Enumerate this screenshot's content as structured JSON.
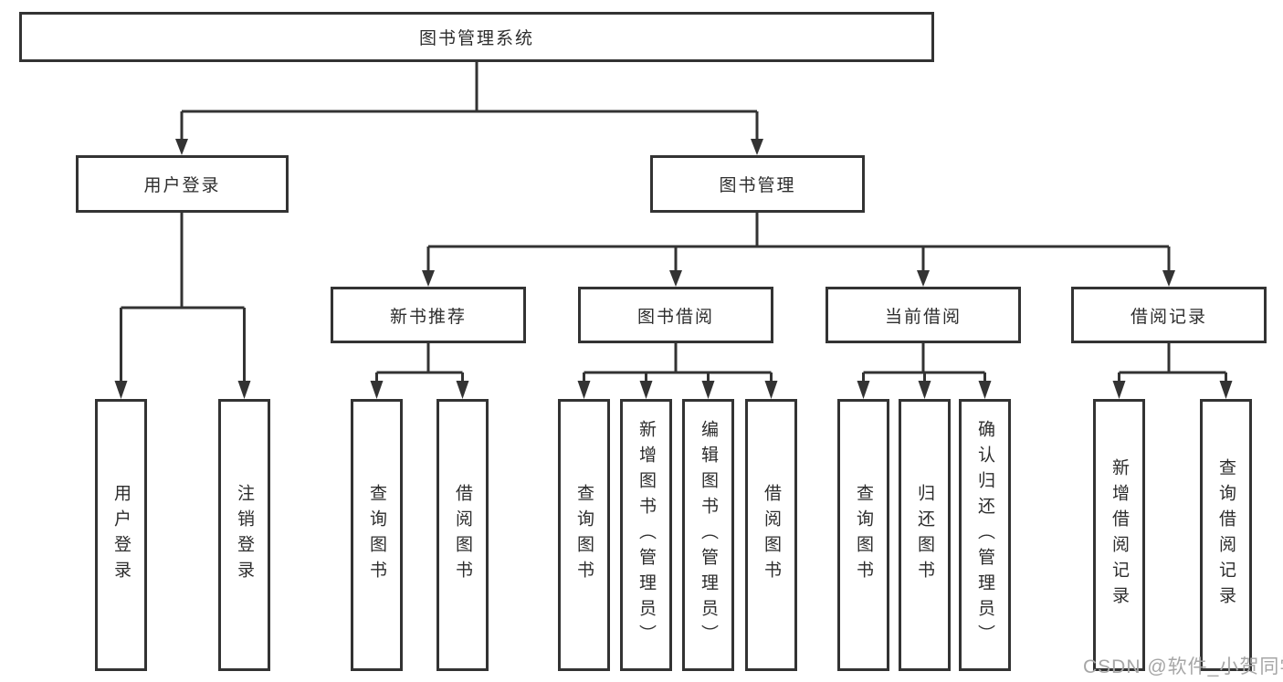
{
  "colors": {
    "line": "#333333",
    "box_border": "#333333",
    "text": "#2d2d2d",
    "watermark": "#a6a6a6",
    "background": "#ffffff"
  },
  "tree": {
    "root": "图书管理系统",
    "branches": [
      {
        "label": "用户登录",
        "children": [
          "用户登录",
          "注销登录"
        ]
      },
      {
        "label": "图书管理",
        "groups": [
          {
            "label": "新书推荐",
            "children": [
              "查询图书",
              "借阅图书"
            ]
          },
          {
            "label": "图书借阅",
            "children": [
              "查询图书",
              "新增图书（管理员）",
              "编辑图书（管理员）",
              "借阅图书"
            ]
          },
          {
            "label": "当前借阅",
            "children": [
              "查询图书",
              "归还图书",
              "确认归还（管理员）"
            ]
          },
          {
            "label": "借阅记录",
            "children": [
              "新增借阅记录",
              "查询借阅记录"
            ]
          }
        ]
      }
    ]
  },
  "watermark": {
    "text": "CSDN @软件_小贺同学"
  }
}
